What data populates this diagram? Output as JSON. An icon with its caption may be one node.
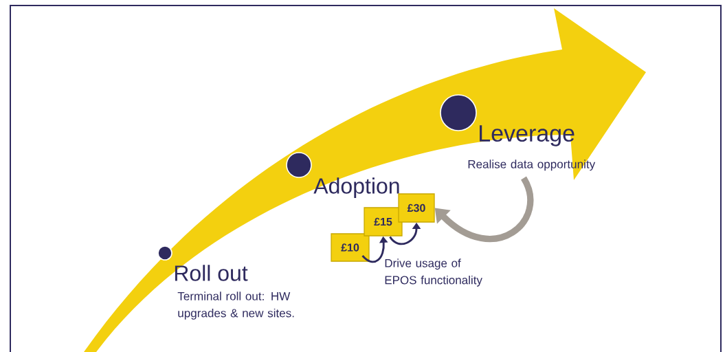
{
  "diagram": {
    "nodes": [
      {
        "text": [],
        "shape": "circle",
        "beside": [
          "Roll out",
          "Terminal roll out: HW upgrades & new sites."
        ]
      },
      {
        "text": [],
        "shape": "circle",
        "beside": [
          "Adoption"
        ]
      },
      {
        "text": [],
        "shape": "circle",
        "beside": [
          "Leverage",
          "Realise data opportunity"
        ]
      },
      {
        "text": [
          "£10"
        ]
      },
      {
        "text": [
          "£15"
        ]
      },
      {
        "text": [
          "£30"
        ]
      }
    ],
    "edges": [
      {
        "from": 3,
        "to": 4,
        "arrow": "to"
      },
      {
        "from": 4,
        "to": 5,
        "arrow": "to"
      },
      {
        "from": 2,
        "to": 5,
        "arrow": "to",
        "style": "thick",
        "color": "#a39c94"
      }
    ],
    "labels": [
      "Drive usage of EPOS functionality"
    ]
  }
}
